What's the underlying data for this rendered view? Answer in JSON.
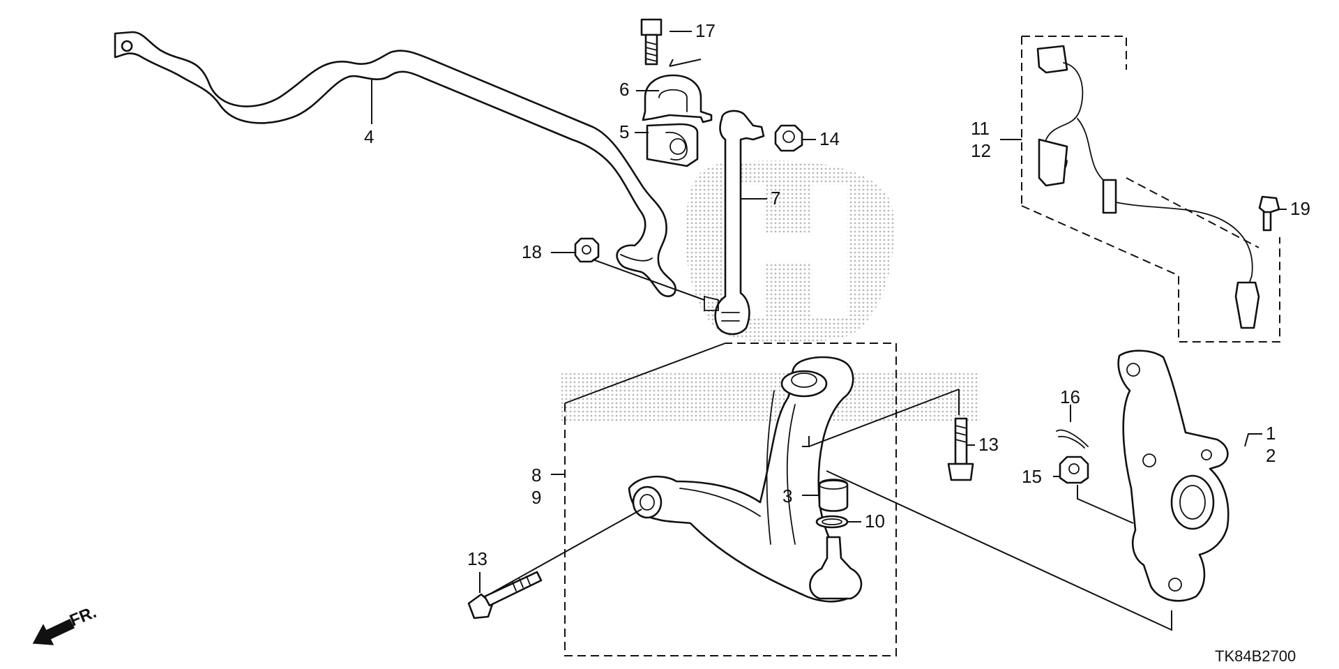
{
  "diagram_code": "TK84B2700",
  "front_marker": "FR.",
  "callouts": {
    "c1": "1",
    "c2": "2",
    "c3": "3",
    "c4": "4",
    "c5": "5",
    "c6": "6",
    "c7": "7",
    "c8": "8",
    "c9": "9",
    "c10": "10",
    "c11": "11",
    "c12": "12",
    "c13a": "13",
    "c13b": "13",
    "c14": "14",
    "c15": "15",
    "c16": "16",
    "c17": "17",
    "c18": "18",
    "c19": "19"
  },
  "colors": {
    "line": "#111111",
    "watermark": "#b9b9b9",
    "background": "#ffffff"
  },
  "icons": {
    "front_arrow": "arrow-left-down-icon",
    "watermark": "honda-logo-watermark"
  }
}
